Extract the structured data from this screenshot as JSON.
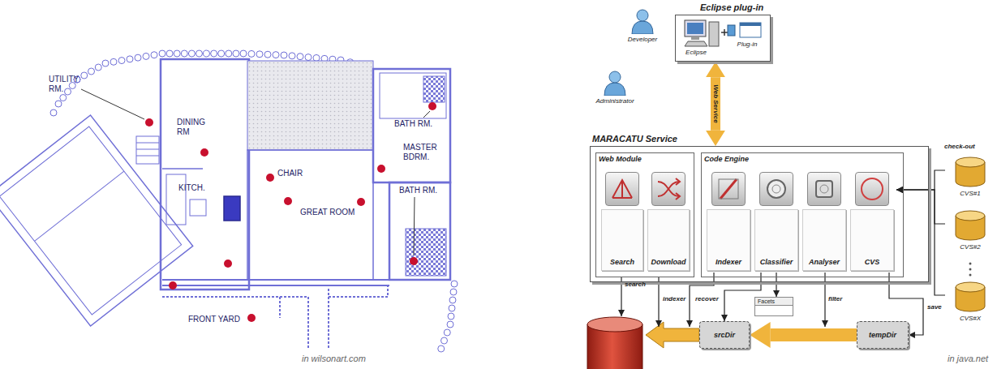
{
  "diagram": {
    "nodes": [
      {
        "text": [
          "Eclipse plug-in"
        ]
      },
      {
        "text": [
          "Eclipse"
        ],
        "in": 0
      },
      {
        "text": [
          "Plug-in"
        ],
        "in": 0
      },
      {
        "text": [
          "Developer"
        ]
      },
      {
        "text": [
          "Administrator"
        ]
      },
      {
        "text": [
          "MARACATU Service"
        ]
      },
      {
        "text": [
          "Web Module"
        ],
        "in": 5
      },
      {
        "text": [
          "Search"
        ],
        "in": 6
      },
      {
        "text": [
          "Download"
        ],
        "in": 6
      },
      {
        "text": [
          "Code Engine"
        ],
        "in": 5
      },
      {
        "text": [
          "Indexer"
        ],
        "in": 9
      },
      {
        "text": [
          "Classifier"
        ],
        "in": 9
      },
      {
        "text": [
          "Analyser"
        ],
        "in": 9
      },
      {
        "text": [
          "CVS"
        ],
        "in": 9
      },
      {
        "text": [
          "CVS#1"
        ]
      },
      {
        "text": [
          "CVS#2"
        ]
      },
      {
        "text": [
          "CVS#X"
        ]
      },
      {
        "text": [
          "Facets"
        ]
      },
      {
        "text": [
          "srcDir"
        ]
      },
      {
        "text": [
          "tempDir"
        ]
      }
    ],
    "edges": [
      {
        "from": 0,
        "to": 5,
        "arrow": "both",
        "label": "Web Service"
      },
      {
        "from": 14,
        "to": 13,
        "arrow": "to"
      },
      {
        "from": 15,
        "to": 13,
        "arrow": "to"
      },
      {
        "from": 16,
        "to": 13,
        "arrow": "to"
      },
      {
        "from": 13,
        "to": 19,
        "arrow": "to",
        "label": "save"
      },
      {
        "from": 19,
        "to": 18,
        "arrow": "to"
      },
      {
        "from": 11,
        "to": 18,
        "arrow": "to",
        "label": "recover"
      },
      {
        "from": 11,
        "to": 17,
        "arrow": "to"
      }
    ],
    "labels": [
      "UTILITY RM.",
      "DINING RM",
      "KITCH.",
      "CHAIR",
      "GREAT ROOM",
      "BATH RM.",
      "MASTER BDRM.",
      "BATH RM.",
      "FRONT YARD",
      "in wilsonart.com",
      "check-out",
      "search",
      "indexer",
      "filter",
      "in java.net"
    ]
  }
}
